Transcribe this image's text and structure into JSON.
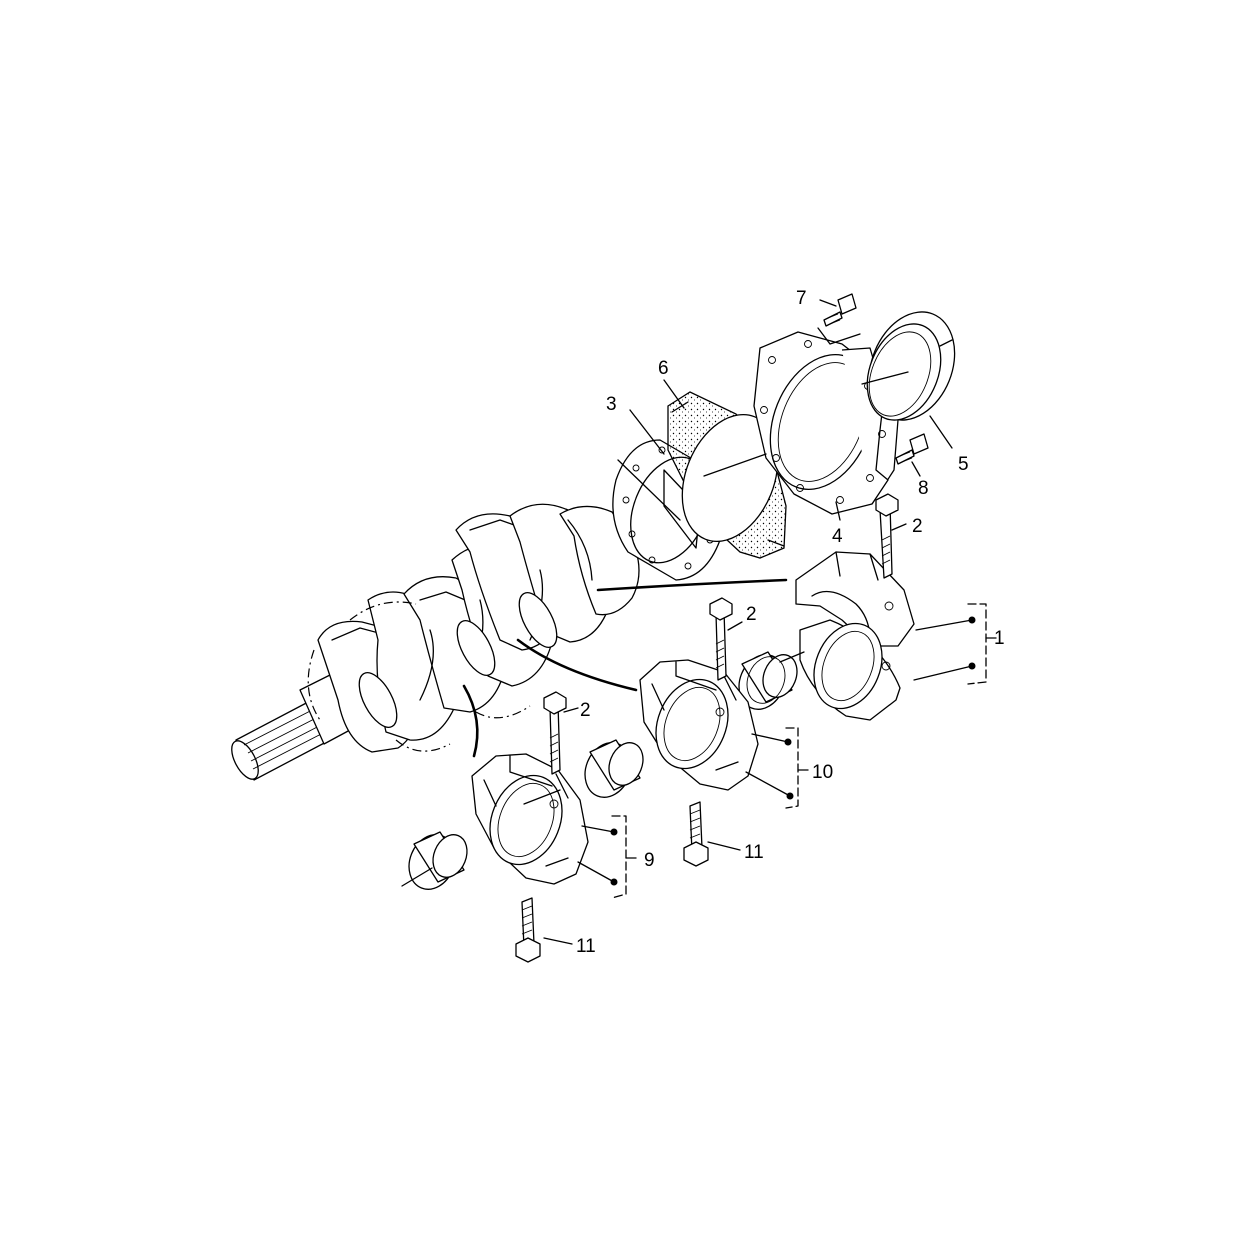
{
  "callouts": {
    "c1": "1",
    "c2a": "2",
    "c2b": "2",
    "c2c": "2",
    "c3": "3",
    "c4": "4",
    "c5": "5",
    "c6": "6",
    "c7": "7",
    "c8": "8",
    "c9": "9",
    "c10": "10",
    "c11a": "11",
    "c11b": "11"
  }
}
